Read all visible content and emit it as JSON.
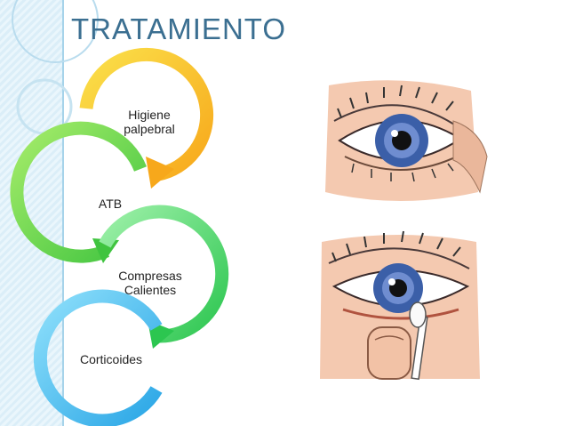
{
  "slide": {
    "title": "TRATAMIENTO"
  },
  "steps": [
    {
      "label": "Higiene palpebral",
      "color": "#f7a81b",
      "color_light": "#fbe04a"
    },
    {
      "label": "ATB",
      "color": "#3fc43f",
      "color_light": "#a6ec6a"
    },
    {
      "label": "Compresas Calientes",
      "color": "#2cc650",
      "color_light": "#9df0a8"
    },
    {
      "label": "Corticoides",
      "color": "#2aa6e6",
      "color_light": "#8fe0fb"
    }
  ],
  "colors": {
    "title": "#3b6f91",
    "side_band": "#dbeef8"
  },
  "illustration": {
    "top": "eye with eyelid being pulled open by finger",
    "bottom": "eyelid margin cleaned with cotton swab"
  }
}
